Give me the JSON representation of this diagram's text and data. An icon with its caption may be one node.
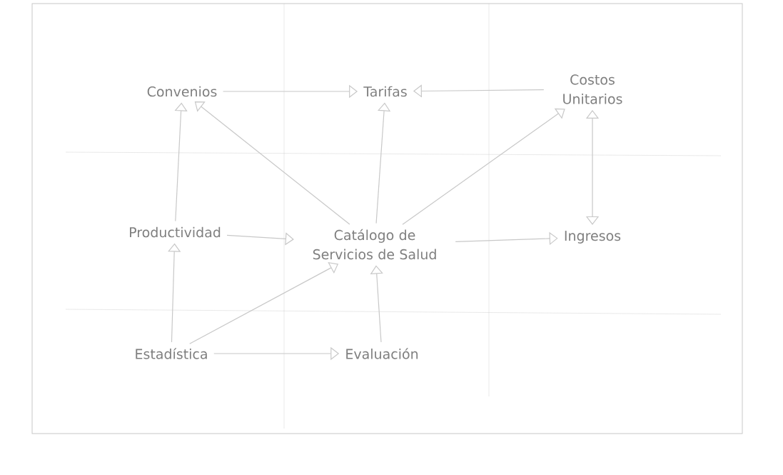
{
  "diagram": {
    "nodes": [
      {
        "text": [
          "Convenios"
        ]
      },
      {
        "text": [
          "Tarifas"
        ]
      },
      {
        "text": [
          "Costos Unitarios"
        ]
      },
      {
        "text": [
          "Productividad"
        ]
      },
      {
        "text": [
          "Catálogo de Servicios de Salud"
        ]
      },
      {
        "text": [
          "Ingresos"
        ]
      },
      {
        "text": [
          "Estadística"
        ]
      },
      {
        "text": [
          "Evaluación"
        ]
      }
    ],
    "edges": [
      {
        "from": 0,
        "to": 1,
        "arrow": "to"
      },
      {
        "from": 2,
        "to": 1,
        "arrow": "to"
      },
      {
        "from": 3,
        "to": 0,
        "arrow": "to"
      },
      {
        "from": 4,
        "to": 0,
        "arrow": "to"
      },
      {
        "from": 4,
        "to": 1,
        "arrow": "to"
      },
      {
        "from": 4,
        "to": 2,
        "arrow": "to"
      },
      {
        "from": 2,
        "to": 5,
        "arrow": "both"
      },
      {
        "from": 3,
        "to": 4,
        "arrow": "to"
      },
      {
        "from": 4,
        "to": 5,
        "arrow": "to"
      },
      {
        "from": 6,
        "to": 3,
        "arrow": "to"
      },
      {
        "from": 6,
        "to": 4,
        "arrow": "to"
      },
      {
        "from": 7,
        "to": 4,
        "arrow": "to"
      },
      {
        "from": 6,
        "to": 7,
        "arrow": "to"
      }
    ]
  }
}
